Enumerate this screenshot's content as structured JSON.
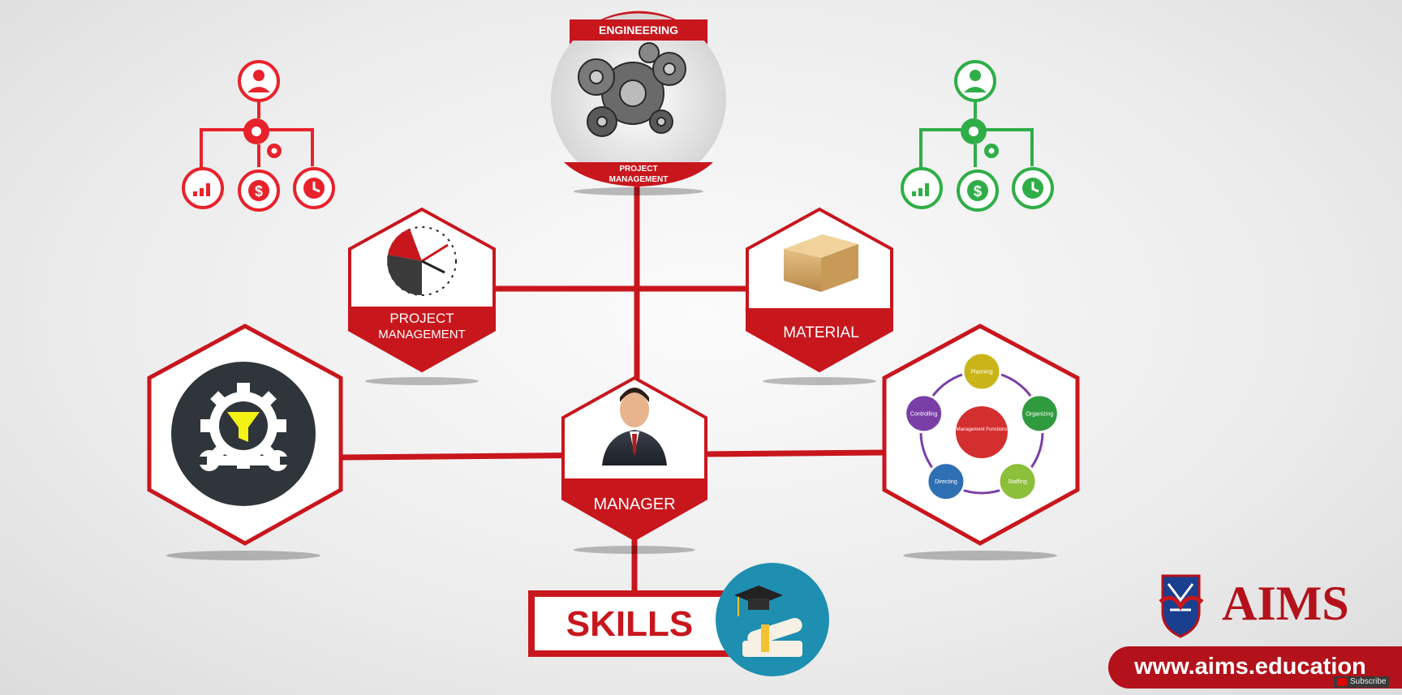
{
  "top_circle": {
    "header": "ENGINEERING",
    "footer_line1": "PROJECT",
    "footer_line2": "MANAGEMENT"
  },
  "hex_project_management": {
    "line1": "PROJECT",
    "line2": "MANAGEMENT"
  },
  "hex_material": {
    "label": "MATERIAL"
  },
  "hex_manager": {
    "label": "MANAGER"
  },
  "skills": {
    "label": "SKILLS"
  },
  "management_functions": {
    "center": "Management Functions",
    "items": [
      "Planning",
      "Organizing",
      "Staffing",
      "Directing",
      "Controlling"
    ],
    "item_colors": [
      "#c9b51a",
      "#2f9a3e",
      "#8cbf3a",
      "#2f6fb3",
      "#7a3fa6"
    ]
  },
  "org_icons": {
    "left_color": "#e8222c",
    "right_color": "#2fae48",
    "dollar_glyph": "$"
  },
  "brand": {
    "logo_text": "AIMS",
    "url": "www.aims.education",
    "subscribe": "Subscribe"
  },
  "colors": {
    "accent": "#c8161d",
    "dark_accent": "#9e0f16"
  }
}
